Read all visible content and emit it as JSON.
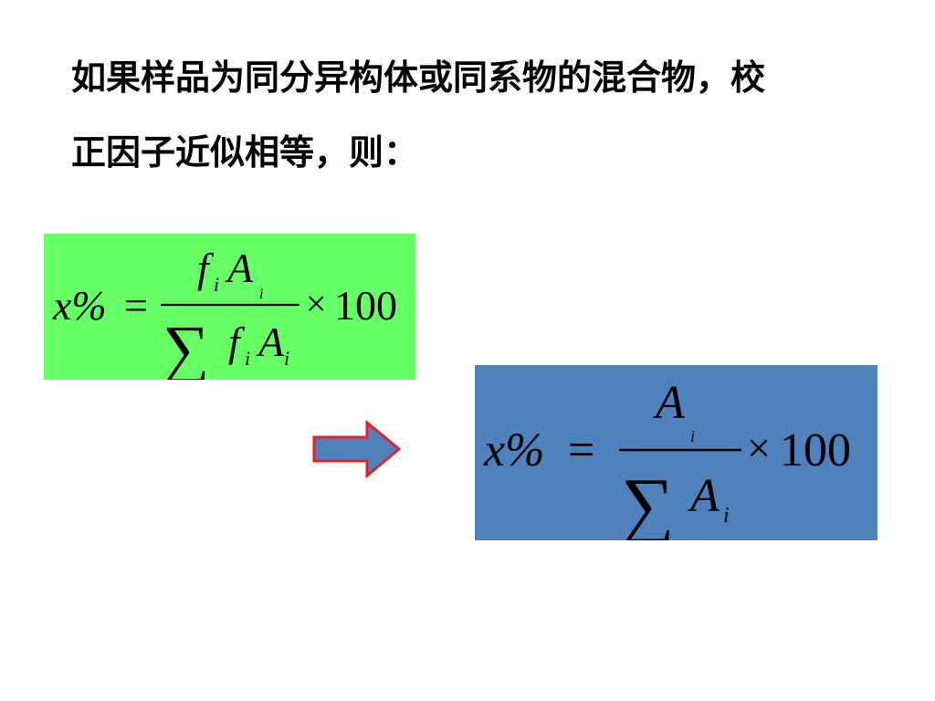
{
  "slide": {
    "text_line_1": "如果样品为同分异构体或同系物的混合物，校",
    "text_line_2": "正因子近似相等，则："
  },
  "formula_left": {
    "background": "#66ff66",
    "lhs": "x%",
    "equals": "=",
    "numerator_f": "f",
    "numerator_f_sub": "i",
    "numerator_A": "A",
    "numerator_A_sub": "i",
    "sum_symbol": "∑",
    "denominator_f": "f",
    "denominator_f_sub": "i",
    "denominator_A": "A",
    "denominator_A_sub": "i",
    "times": "×",
    "constant": "100"
  },
  "formula_right": {
    "background": "#4f81bd",
    "lhs": "x%",
    "equals": "=",
    "numerator_A": "A",
    "numerator_A_sub": "i",
    "sum_symbol": "∑",
    "denominator_A": "A",
    "denominator_A_sub": "i",
    "times": "×",
    "constant": "100"
  },
  "arrow": {
    "icon": "right-arrow-icon",
    "fill": "#4f81bd",
    "stroke": "#e0202a"
  }
}
